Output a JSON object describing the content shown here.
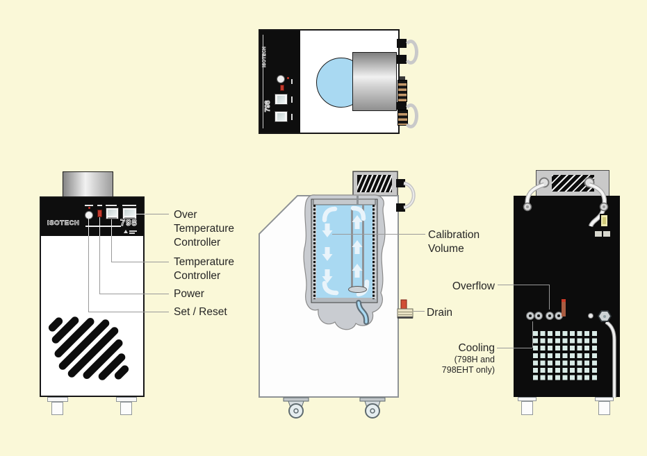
{
  "device": {
    "brand": "ISOTECH",
    "model": "798"
  },
  "callouts": {
    "over_temperature_controller": "Over\nTemperature\nController",
    "temperature_controller": "Temperature\nController",
    "power": "Power",
    "set_reset": "Set / Reset",
    "calibration_volume": "Calibration\nVolume",
    "drain": "Drain",
    "overflow": "Overflow",
    "cooling": "Cooling",
    "cooling_note": "(798H and\n798EHT only)"
  },
  "colors": {
    "background": "#FAF8D8",
    "panel_black": "#0E0E0E",
    "liquid_blue": "#A9D9F2",
    "callout_line": "#999999",
    "power_red": "#C0392B",
    "drain_plug_red": "#D04F35",
    "overflow_pipe": "#A95C41"
  }
}
